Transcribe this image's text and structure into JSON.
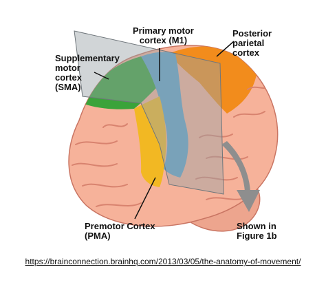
{
  "labels": {
    "primary_motor": [
      "Primary motor",
      "cortex (M1)"
    ],
    "posterior_parietal": [
      "Posterior",
      "parietal",
      "cortex"
    ],
    "sma": [
      "Supplementary",
      "motor",
      "cortex",
      "(SMA)"
    ],
    "pma": [
      "Premotor Cortex",
      "(PMA)"
    ],
    "shown_in": [
      "Shown in",
      "Figure 1b"
    ]
  },
  "source_link": "https://brainconnection.brainhq.com/2013/03/05/the-anatomy-of-movement/",
  "colors": {
    "brain": "#f6b29a",
    "brain_shadow": "#e4907a",
    "sma_green": "#3aa33a",
    "m1_blue": "#5fa3c9",
    "pma_yellow": "#f2b823",
    "parietal_orange": "#f28c1c",
    "plane_gray": "#9aa1a6",
    "arrow_gray": "#8e8e8e"
  }
}
